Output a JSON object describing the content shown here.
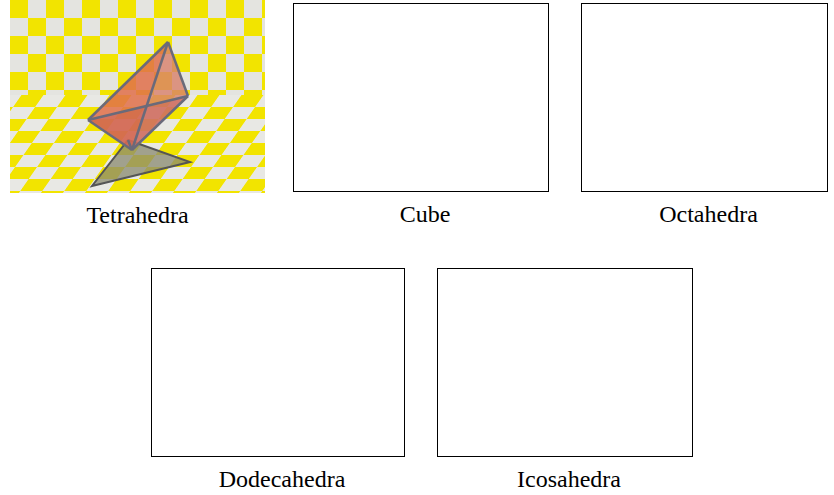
{
  "diagram": {
    "nodes": [
      {
        "text": [
          "Tetrahedra"
        ]
      },
      {
        "text": [
          "Cube"
        ]
      },
      {
        "text": [
          "Octahedra"
        ]
      },
      {
        "text": [
          "Dodecahedra"
        ]
      },
      {
        "text": [
          "Icosahedra"
        ]
      }
    ]
  }
}
